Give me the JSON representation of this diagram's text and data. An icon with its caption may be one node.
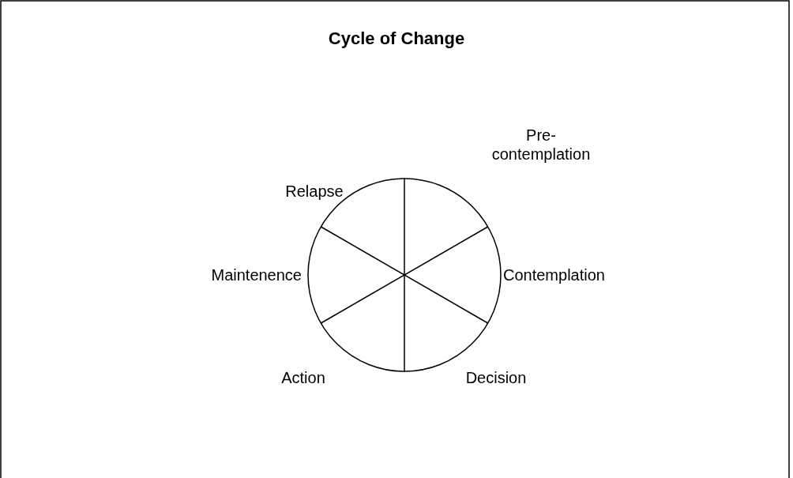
{
  "diagram": {
    "title": "Cycle of Change",
    "labels": [
      "Pre- contemplation",
      "Relapse",
      "Maintenence",
      "Contemplation",
      "Action",
      "Decision"
    ]
  }
}
